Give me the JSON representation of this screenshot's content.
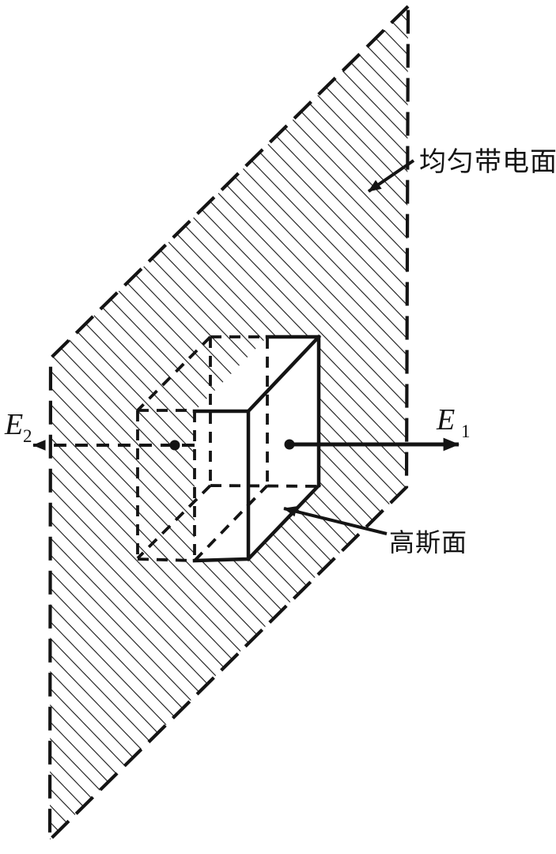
{
  "figure": {
    "type": "physics-diagram-gauss-law-charged-plane",
    "labels": {
      "charged_plane": "均匀带电面",
      "gaussian_surface": "高斯面",
      "e1_base": "E",
      "e1_sub": "1",
      "e2_base": "E",
      "e2_sub": "2"
    },
    "colors": {
      "ink": "#141414",
      "background": "#ffffff"
    }
  }
}
